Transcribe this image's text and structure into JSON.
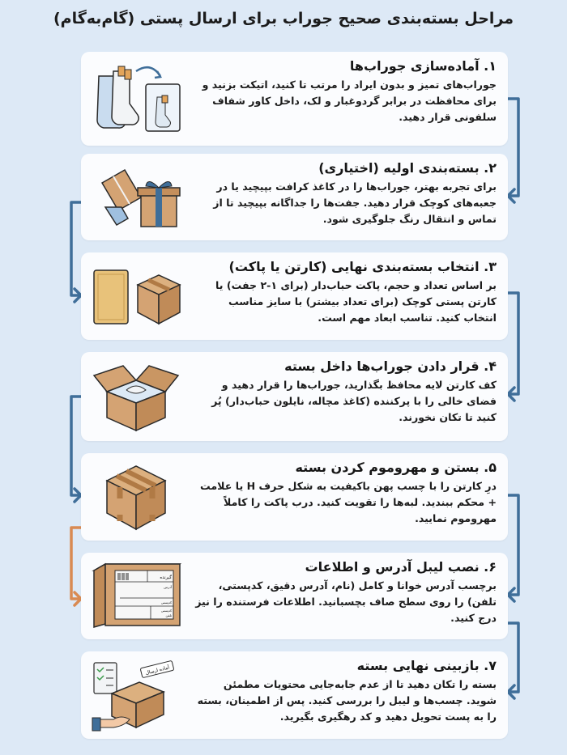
{
  "title": "مراحل بسته‌بندی صحیح جوراب برای ارسال پستی (گام‌به‌گام)",
  "colors": {
    "background": "#dde9f6",
    "card": "#fbfcfe",
    "connector": "#3f6e99",
    "connector_alt": "#d98a52",
    "cardboard": "#d4a373"
  },
  "steps": [
    {
      "heading": "۱. آماده‌سازی جوراب‌ها",
      "body": "جوراب‌های تمیز و بدون ایراد را مرتب تا کنید، اتیکت بزنید و برای محافظت در برابر گردوغبار و لک، داخل کاور شفاف سلفونی قرار دهید.",
      "icon": "socks-and-bag-icon"
    },
    {
      "heading": "۲. بسته‌بندی اولیه (اختیاری)",
      "body": "برای تجربه بهتر، جوراب‌ها را در کاغذ کرافت بپیچید یا در جعبه‌های کوچک قرار دهید. جفت‌ها را جداگانه بپیچید تا از تماس و انتقال رنگ جلوگیری شود.",
      "icon": "gift-wrap-icon"
    },
    {
      "heading": "۳. انتخاب بسته‌بندی نهایی (کارتن یا پاکت)",
      "body": "بر اساس تعداد و حجم، پاکت حباب‌دار (برای ۱-۲ جفت) یا کارتن پستی کوچک (برای تعداد بیشتر) با سایز مناسب انتخاب کنید. تناسب ابعاد مهم است.",
      "icon": "envelope-and-box-icon"
    },
    {
      "heading": "۴. قرار دادن جوراب‌ها داخل بسته",
      "body": "کف کارتن لایه محافظ بگذارید، جوراب‌ها را قرار دهید و فضای خالی را با پرکننده (کاغذ مچاله، نایلون حباب‌دار) پُر کنید تا تکان نخورند.",
      "icon": "open-box-icon"
    },
    {
      "heading": "۵. بستن و مهروموم کردن بسته",
      "body": "درِ کارتن را با چسب پهن باکیفیت به شکل حرف H یا علامت + محکم ببندید. لبه‌ها را تقویت کنید. درب پاکت را کاملاً مهروموم نمایید.",
      "icon": "taped-box-icon"
    },
    {
      "heading": "۶. نصب لیبل آدرس و اطلاعات",
      "body": "برچسب آدرس خوانا و کامل (نام، آدرس دقیق، کدپستی، تلفن) را روی سطح صاف بچسبانید. اطلاعات فرستنده را نیز درج کنید.",
      "icon": "labeled-box-icon",
      "label_fields": [
        "گیرنده",
        "آدرس",
        "کدپستی",
        "کدپستی",
        "تلفن"
      ]
    },
    {
      "heading": "۷. بازبینی نهایی بسته",
      "body": "بسته را تکان دهید تا از عدم جابه‌جایی محتویات مطمئن شوید. چسب‌ها و لیبل را بررسی کنید. پس از اطمینان، بسته را به پست تحویل دهید و کد رهگیری بگیرید.",
      "icon": "checklist-box-icon",
      "tag": "آماده ارسال"
    }
  ]
}
